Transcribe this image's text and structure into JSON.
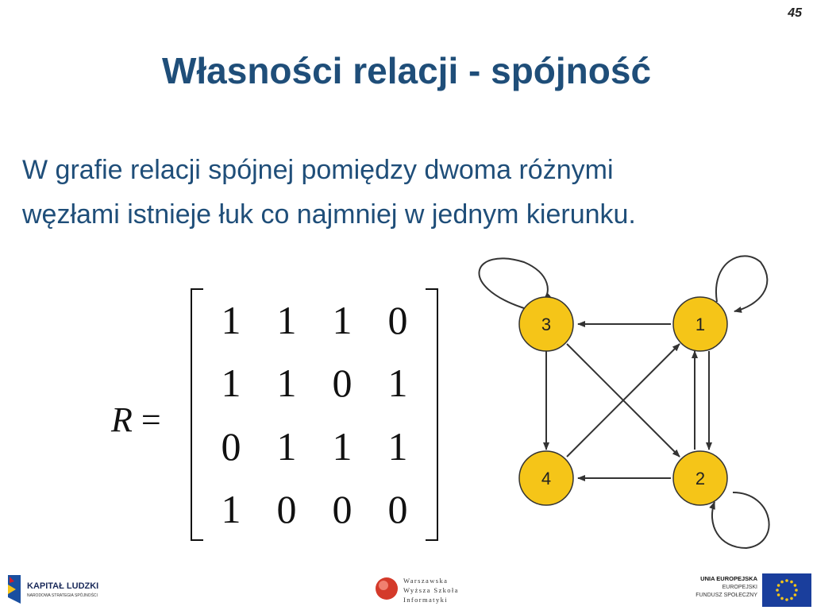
{
  "page_number": "45",
  "title": "Własności relacji - spójność",
  "body": {
    "line1": "W grafie relacji spójnej pomiędzy dwoma różnymi",
    "line2": "węzłami istnieje łuk co najmniej w jednym kierunku."
  },
  "matrix": {
    "variable": "R",
    "equals": "=",
    "rows": [
      [
        "1",
        "1",
        "1",
        "0"
      ],
      [
        "1",
        "1",
        "0",
        "1"
      ],
      [
        "0",
        "1",
        "1",
        "1"
      ],
      [
        "1",
        "0",
        "0",
        "0"
      ]
    ]
  },
  "graph": {
    "node_color": "#f5c518",
    "nodes": [
      {
        "id": "3",
        "label": "3"
      },
      {
        "id": "1",
        "label": "1"
      },
      {
        "id": "4",
        "label": "4"
      },
      {
        "id": "2",
        "label": "2"
      }
    ],
    "edges": [
      {
        "from": "1",
        "to": "3"
      },
      {
        "from": "3",
        "to": "4"
      },
      {
        "from": "3",
        "to": "2"
      },
      {
        "from": "1",
        "to": "2"
      },
      {
        "from": "2",
        "to": "1"
      },
      {
        "from": "2",
        "to": "4"
      },
      {
        "from": "4",
        "to": "1"
      }
    ],
    "self_loops": [
      "3",
      "1",
      "2"
    ]
  },
  "footer": {
    "kapital_ludzki": {
      "title": "KAPITAŁ LUDZKI",
      "subtitle": "NARODOWA STRATEGIA SPÓJNOŚCI"
    },
    "wwsi": {
      "line1": "Warszawska",
      "line2": "Wyższa Szkoła",
      "line3": "Informatyki"
    },
    "ue": {
      "line1": "UNIA EUROPEJSKA",
      "line2": "EUROPEJSKI",
      "line3": "FUNDUSZ SPOŁECZNY"
    }
  }
}
